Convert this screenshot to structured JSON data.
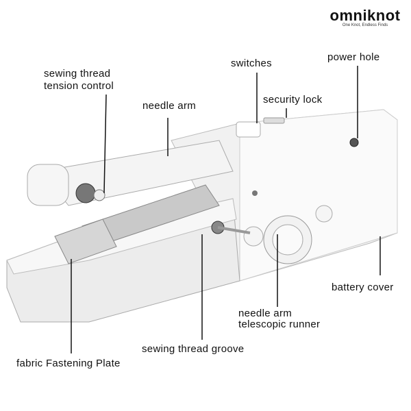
{
  "logo": {
    "name": "omniknot",
    "tagline": "One Knot, Endless Finds",
    "accent": "#f08a1c"
  },
  "labels": {
    "tension_1": "sewing thread",
    "tension_2": "tension control",
    "needle_arm": "needle arm",
    "switches": "switches",
    "security_lock": "security lock",
    "power_hole": "power hole",
    "battery_cover": "battery cover",
    "runner_1": "needle arm",
    "runner_2": "telescopic runner",
    "thread_groove": "sewing thread groove",
    "fabric_plate": "fabric Fastening Plate"
  }
}
